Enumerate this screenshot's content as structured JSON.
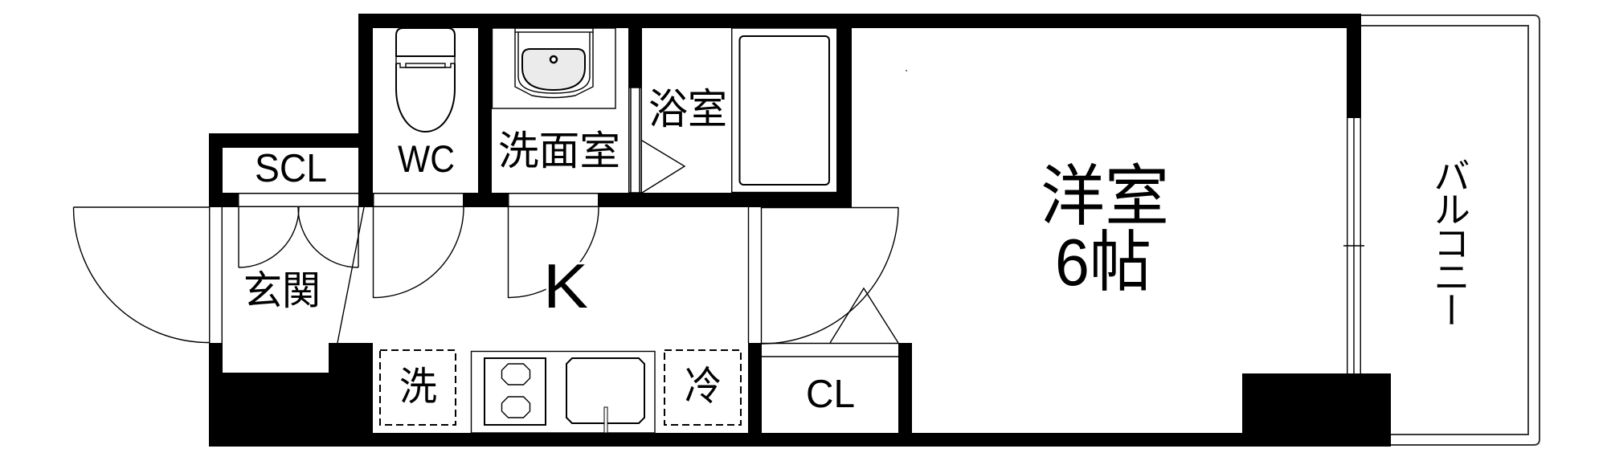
{
  "plan": {
    "rooms": {
      "shoe_closet": {
        "label": "SCL"
      },
      "toilet": {
        "label": "WC"
      },
      "washroom": {
        "label": "洗面室"
      },
      "bathroom": {
        "label": "浴室"
      },
      "entrance": {
        "label": "玄関"
      },
      "kitchen": {
        "label": "K"
      },
      "closet": {
        "label": "CL"
      },
      "western_room": {
        "label": "洋室",
        "size": "6帖"
      },
      "balcony": {
        "label": "バルコニー"
      }
    },
    "fixtures": {
      "washing_machine_space": {
        "label": "洗"
      },
      "refrigerator_space": {
        "label": "冷"
      },
      "toilet_bowl": {
        "icon": "toilet-icon"
      },
      "wash_basin": {
        "icon": "wash-basin-icon"
      },
      "bathtub": {
        "icon": "bathtub-icon"
      },
      "stove": {
        "icon": "two-burner-stove-icon"
      },
      "kitchen_sink": {
        "icon": "kitchen-sink-icon"
      }
    }
  },
  "colors": {
    "wall": "#000000",
    "background": "#ffffff",
    "line": "#000000",
    "basin_fill": "#ebebeb",
    "balcony_rail": "#3a3a3a"
  }
}
